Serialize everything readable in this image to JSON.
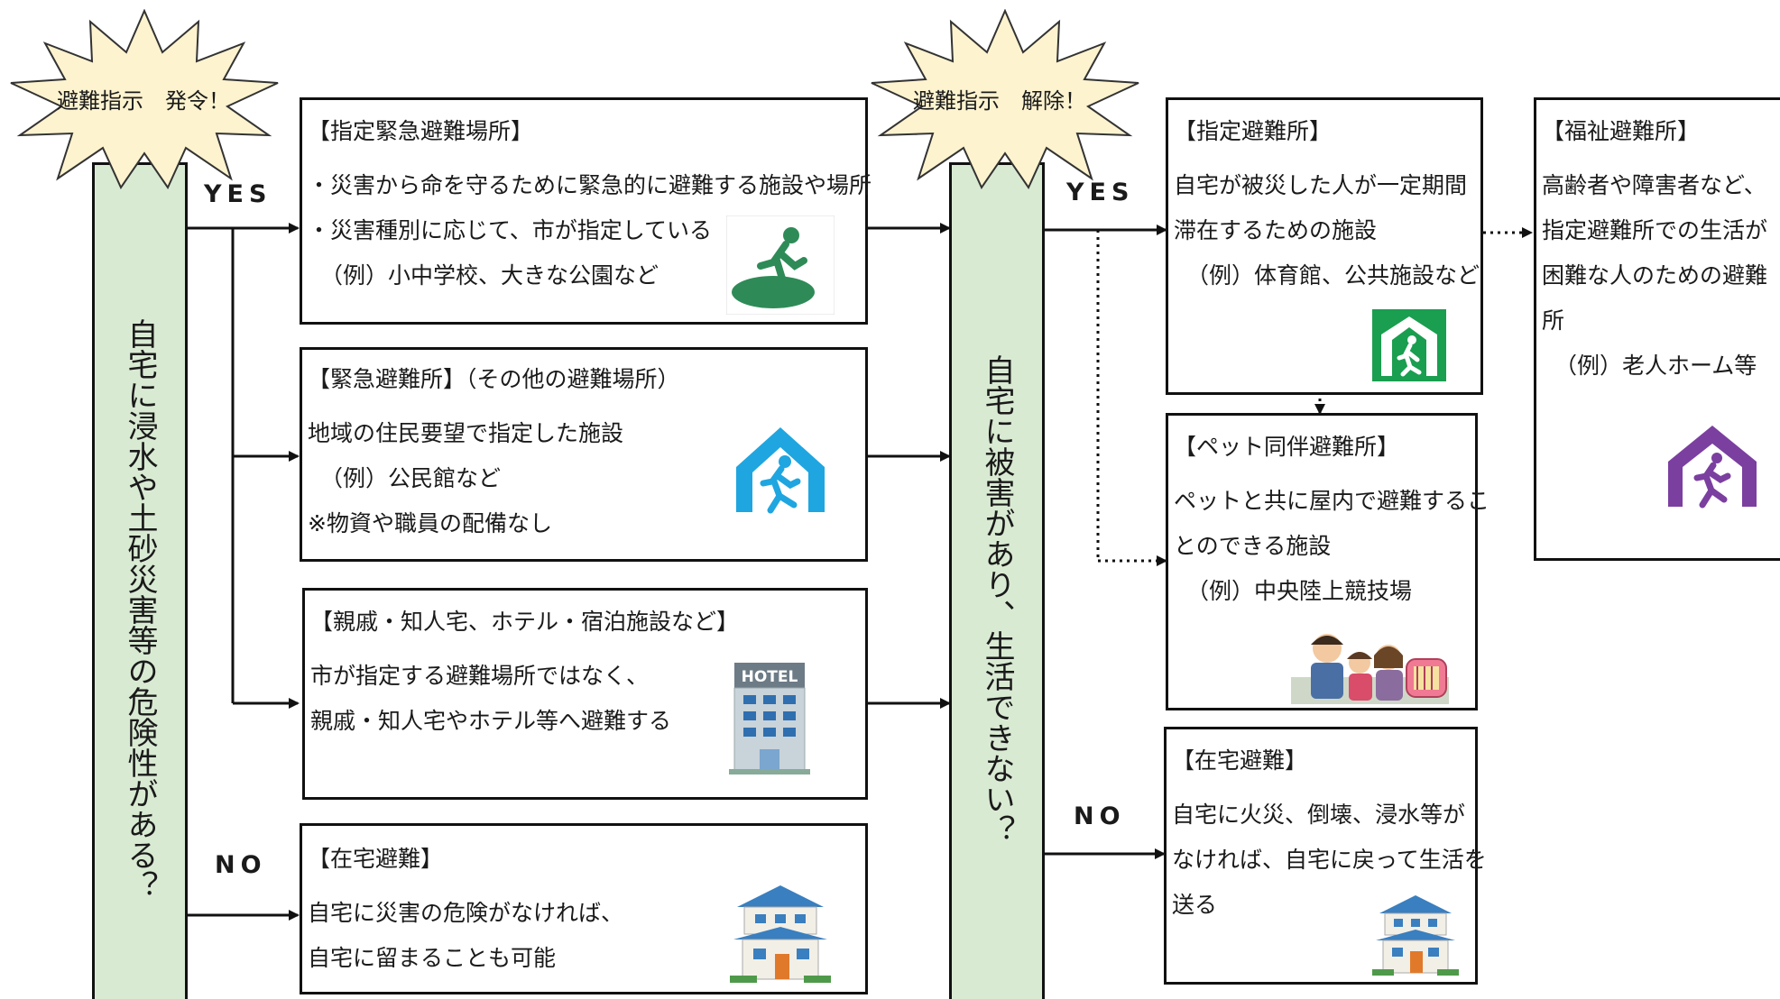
{
  "left_burst": {
    "label": "避難指示　発令！"
  },
  "left_question": {
    "text": "自宅に浸水や土砂災害等の危険性がある？"
  },
  "mid_burst": {
    "label": "避難指示　解除！"
  },
  "mid_question": {
    "text": "自宅に被害があり、生活できない？"
  },
  "branch_labels": {
    "yes_left": "YES",
    "no_left": "NO",
    "yes_mid": "YES",
    "no_mid": "NO"
  },
  "boxes": {
    "designated_emergency": {
      "title": "【指定緊急避難場所】",
      "lines": [
        "・災害から命を守るために緊急的に避難する施設や場所",
        "・災害種別に応じて、市が指定している",
        "（例）小中学校、大きな公園など"
      ],
      "icon": "emergency-exit-running-icon",
      "icon_color": "#2e8b57"
    },
    "emergency_shelter": {
      "title": "【緊急避難所】（その他の避難場所）",
      "lines": [
        "地域の住民要望で指定した施設",
        "（例）公民館など",
        "※物資や職員の配備なし"
      ],
      "icon": "shelter-house-running-icon",
      "icon_color": "#1fa6e0"
    },
    "relatives_hotel": {
      "title": "【親戚・知人宅、ホテル・宿泊施設など】",
      "lines": [
        "市が指定する避難場所ではなく、",
        "親戚・知人宅やホテル等へ避難する"
      ],
      "icon": "hotel-building-icon",
      "icon_sign": "HOTEL"
    },
    "home_evac_left": {
      "title": "【在宅避難】",
      "lines": [
        "自宅に災害の危険がなければ、",
        "自宅に留まることも可能"
      ],
      "icon": "house-icon"
    },
    "designated_shelter": {
      "title": "【指定避難所】",
      "lines": [
        "自宅が被災した人が一定期間",
        "滞在するための施設",
        "（例）体育館、公共施設など"
      ],
      "icon": "shelter-exit-icon",
      "icon_color": "#1a9e50"
    },
    "welfare_shelter": {
      "title": "【福祉避難所】",
      "lines": [
        "高齢者や障害者など、",
        "指定避難所での生活が",
        "困難な人のための避難",
        "所",
        "（例）老人ホーム等"
      ],
      "icon": "welfare-shelter-icon",
      "icon_color": "#7b3fa0"
    },
    "pet_shelter": {
      "title": "【ペット同伴避難所】",
      "lines": [
        "ペットと共に屋内で避難するこ",
        "とのできる施設",
        "（例）中央陸上競技場"
      ],
      "icon": "family-with-pet-icon"
    },
    "home_evac_right": {
      "title": "【在宅避難】",
      "lines": [
        "自宅に火災、倒壊、浸水等が",
        "なければ、自宅に戻って生活を",
        "送る"
      ],
      "icon": "house-icon"
    }
  },
  "colors": {
    "pillar_fill": "#d9ead3",
    "burst_fill": "#fdf3cf"
  }
}
